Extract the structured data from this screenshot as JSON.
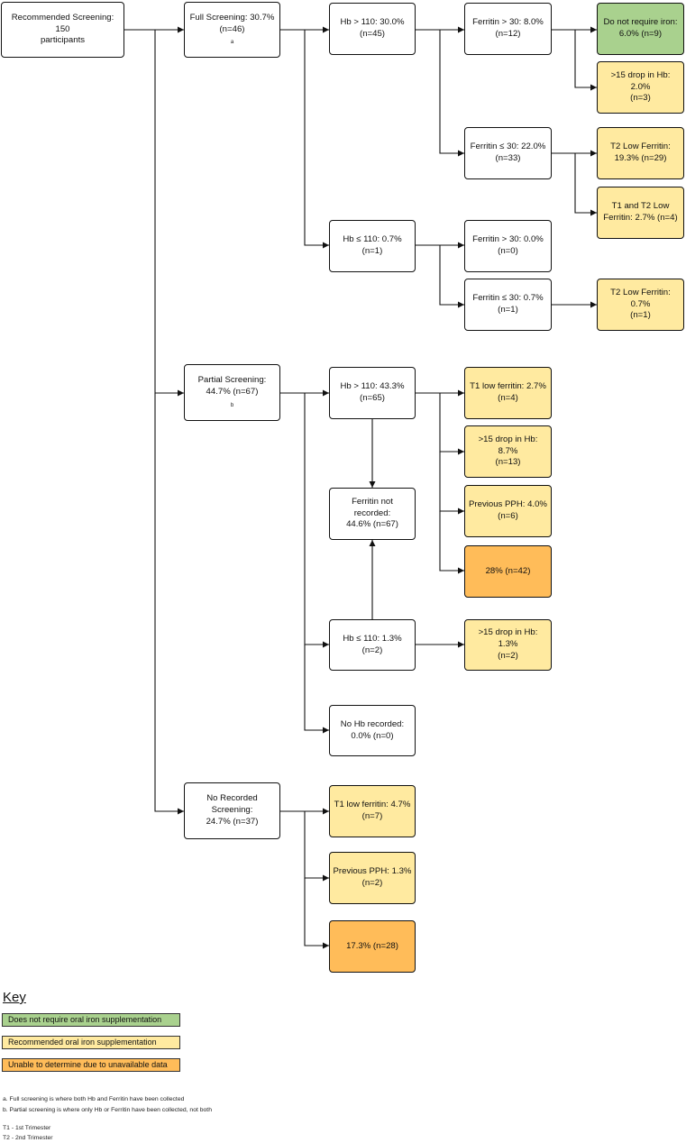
{
  "colors": {
    "green": "#a9d18e",
    "yellow": "#ffeaa0",
    "orange": "#ffbc59",
    "white": "#ffffff"
  },
  "nodes": {
    "root": [
      "Recommended Screening: 150",
      "participants"
    ],
    "full": [
      "Full Screening: 30.7%",
      "(n=46)"
    ],
    "partial": [
      "Partial Screening:",
      "44.7% (n=67)"
    ],
    "none": [
      "No Recorded Screening:",
      "24.7% (n=37)"
    ],
    "f_hb_hi": [
      "Hb > 110: 30.0%",
      "(n=45)"
    ],
    "f_hb_lo": [
      "Hb ≤ 110: 0.7% (n=1)"
    ],
    "f_hi_fer_hi": [
      "Ferritin > 30: 8.0%",
      "(n=12)"
    ],
    "f_hi_fer_lo": [
      "Ferritin ≤ 30: 22.0%",
      "(n=33)"
    ],
    "f_lo_fer_hi": [
      "Ferritin > 30: 0.0%",
      "(n=0)"
    ],
    "f_lo_fer_lo": [
      "Ferritin ≤ 30: 0.7%",
      "(n=1)"
    ],
    "no_iron": [
      "Do not require iron:",
      "6.0% (n=9)"
    ],
    "drop_a": [
      ">15 drop in Hb: 2.0%",
      "(n=3)"
    ],
    "t2_low_a": [
      "T2 Low Ferritin:",
      "19.3% (n=29)"
    ],
    "t1t2_low": [
      "T1 and T2 Low",
      "Ferritin: 2.7% (n=4)"
    ],
    "t2_low_b": [
      "T2 Low Ferritin: 0.7%",
      "(n=1)"
    ],
    "p_hb_hi": [
      "Hb > 110: 43.3%",
      "(n=65)"
    ],
    "p_fer_nr": [
      "Ferritin not recorded:",
      "44.6% (n=67)"
    ],
    "p_hb_lo": [
      "Hb ≤ 110: 1.3% (n=2)"
    ],
    "p_no_hb": [
      "No Hb recorded:",
      "0.0% (n=0)"
    ],
    "p_t1_low": [
      "T1 low ferritin: 2.7%",
      "(n=4)"
    ],
    "p_drop": [
      ">15 drop in Hb: 8.7%",
      "(n=13)"
    ],
    "p_pph": [
      "Previous PPH: 4.0%",
      "(n=6)"
    ],
    "p_unk": [
      "28% (n=42)"
    ],
    "p_drop2": [
      ">15 drop in Hb: 1.3%",
      "(n=2)"
    ],
    "n_t1_low": [
      "T1 low ferritin: 4.7%",
      "(n=7)"
    ],
    "n_pph": [
      "Previous PPH: 1.3%",
      "(n=2)"
    ],
    "n_unk": [
      "17.3% (n=28)"
    ]
  },
  "footnote_marks": {
    "full": "a",
    "partial": "b"
  },
  "key": {
    "title": "Key",
    "green": "Does not require oral iron supplementation",
    "yellow": "Recommended oral iron supplementation",
    "orange": "Unable to determine due to unavailable data"
  },
  "notes": {
    "a": "a. Full screening is where both Hb and Ferritin have been collected",
    "b": "b. Partial screening is where only Hb or Ferritin have been collected, not both",
    "t1": "T1 - 1st Trimester",
    "t2": "T2 - 2nd Trimester"
  }
}
